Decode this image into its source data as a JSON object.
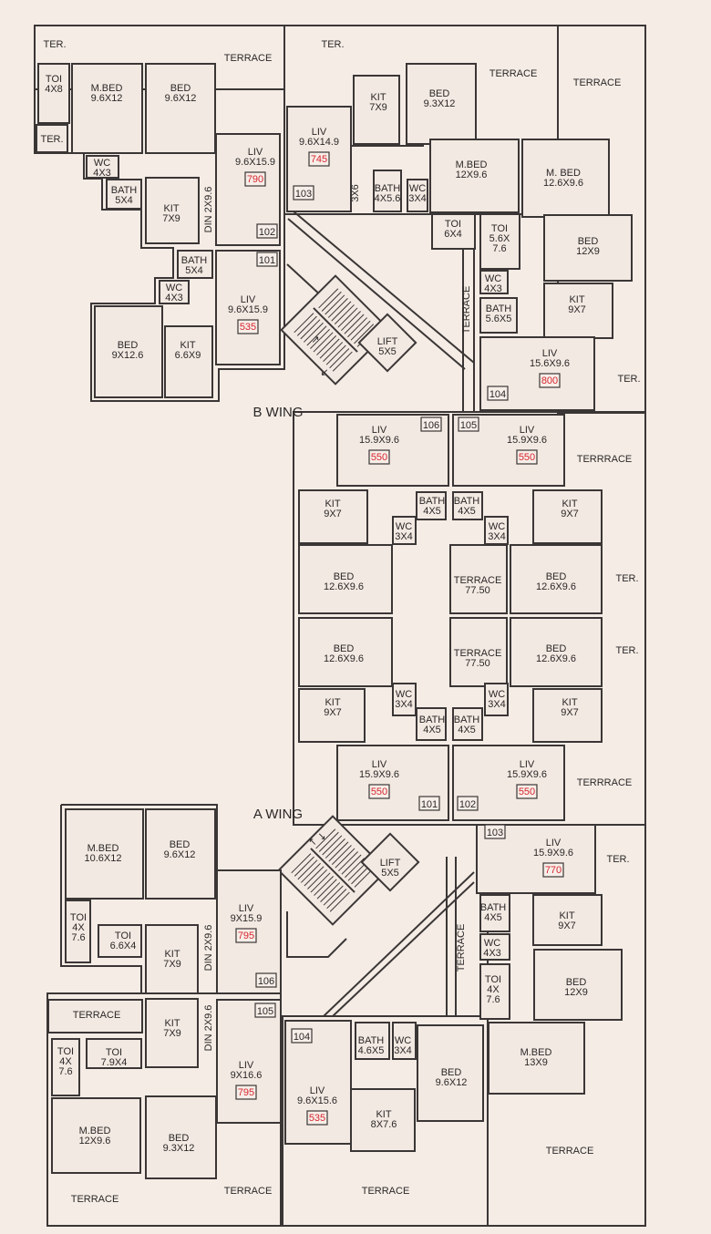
{
  "colors": {
    "background": "#f4ece5",
    "walls": "#3b3636",
    "area_text": "#d8262f"
  },
  "wings": {
    "b_wing": "B WING",
    "a_wing": "A WING"
  },
  "rooms": [
    {
      "name": "TOI",
      "dim": "4X8"
    },
    {
      "name": "TER.",
      "dim": ""
    },
    {
      "name": "M.BED",
      "dim": "9.6X12"
    },
    {
      "name": "BED",
      "dim": "9.6X12"
    },
    {
      "name": "WC",
      "dim": "4X3"
    },
    {
      "name": "BATH",
      "dim": "5X4"
    },
    {
      "name": "KIT",
      "dim": "7X9"
    },
    {
      "name": "LIV",
      "dim": "9.6X15.9",
      "area": "790"
    },
    {
      "name": "BATH",
      "dim": "5X4"
    },
    {
      "name": "WC",
      "dim": "4X3"
    },
    {
      "name": "LIV",
      "dim": "9.6X15.9",
      "area": "535"
    },
    {
      "name": "BED",
      "dim": "9X12.6"
    },
    {
      "name": "KIT",
      "dim": "6.6X9"
    },
    {
      "name": "KIT",
      "dim": "7X9"
    },
    {
      "name": "BED",
      "dim": "9.3X12"
    },
    {
      "name": "LIV",
      "dim": "9.6X14.9",
      "area": "745"
    },
    {
      "name": "BATH",
      "dim": "4X5.6"
    },
    {
      "name": "WC",
      "dim": "3X4"
    },
    {
      "name": "M.BED",
      "dim": "12X9.6"
    },
    {
      "name": "M. BED",
      "dim": "12.6X9.6"
    },
    {
      "name": "TOI",
      "dim": "6X4"
    },
    {
      "name": "TOI",
      "dim": "5.6X",
      "dim2": "7.6"
    },
    {
      "name": "WC",
      "dim": "4X3"
    },
    {
      "name": "BATH",
      "dim": "5.6X5"
    },
    {
      "name": "BED",
      "dim": "12X9"
    },
    {
      "name": "KIT",
      "dim": "9X7"
    },
    {
      "name": "LIV",
      "dim": "15.6X9.6",
      "area": "800"
    },
    {
      "name": "LIFT",
      "dim": "5X5"
    },
    {
      "name": "LIV",
      "dim": "15.9X9.6",
      "area": "550"
    },
    {
      "name": "LIV",
      "dim": "15.9X9.6",
      "area": "550"
    },
    {
      "name": "KIT",
      "dim": "9X7"
    },
    {
      "name": "BATH",
      "dim": "4X5"
    },
    {
      "name": "BATH",
      "dim": "4X5"
    },
    {
      "name": "WC",
      "dim": "3X4"
    },
    {
      "name": "WC",
      "dim": "3X4"
    },
    {
      "name": "KIT",
      "dim": "9X7"
    },
    {
      "name": "BED",
      "dim": "12.6X9.6"
    },
    {
      "name": "TERRACE",
      "dim": "77.50"
    },
    {
      "name": "BED",
      "dim": "12.6X9.6"
    },
    {
      "name": "BED",
      "dim": "12.6X9.6"
    },
    {
      "name": "TERRACE",
      "dim": "77.50"
    },
    {
      "name": "BED",
      "dim": "12.6X9.6"
    },
    {
      "name": "KIT",
      "dim": "9X7"
    },
    {
      "name": "WC",
      "dim": "3X4"
    },
    {
      "name": "WC",
      "dim": "3X4"
    },
    {
      "name": "BATH",
      "dim": "4X5"
    },
    {
      "name": "BATH",
      "dim": "4X5"
    },
    {
      "name": "KIT",
      "dim": "9X7"
    },
    {
      "name": "LIV",
      "dim": "15.9X9.6",
      "area": "550"
    },
    {
      "name": "LIV",
      "dim": "15.9X9.6",
      "area": "550"
    },
    {
      "name": "M.BED",
      "dim": "10.6X12"
    },
    {
      "name": "BED",
      "dim": "9.6X12"
    },
    {
      "name": "LIV",
      "dim": "9X15.9",
      "area": "795"
    },
    {
      "name": "TOI",
      "dim": "4X",
      "dim2": "7.6"
    },
    {
      "name": "TOI",
      "dim": "6.6X4"
    },
    {
      "name": "KIT",
      "dim": "7X9"
    },
    {
      "name": "TERRACE",
      "dim": ""
    },
    {
      "name": "KIT",
      "dim": "7X9"
    },
    {
      "name": "TOI",
      "dim": "4X",
      "dim2": "7.6"
    },
    {
      "name": "TOI",
      "dim": "7.9X4"
    },
    {
      "name": "LIV",
      "dim": "9X16.6",
      "area": "795"
    },
    {
      "name": "M.BED",
      "dim": "12X9.6"
    },
    {
      "name": "BED",
      "dim": "9.3X12"
    },
    {
      "name": "LIFT",
      "dim": "5X5"
    },
    {
      "name": "LIV",
      "dim": "15.9X9.6",
      "area": "770"
    },
    {
      "name": "BATH",
      "dim": "4X5"
    },
    {
      "name": "WC",
      "dim": "4X3"
    },
    {
      "name": "TOI",
      "dim": "4X",
      "dim2": "7.6"
    },
    {
      "name": "KIT",
      "dim": "9X7"
    },
    {
      "name": "BED",
      "dim": "12X9"
    },
    {
      "name": "LIV",
      "dim": "9.6X15.6",
      "area": "535"
    },
    {
      "name": "BATH",
      "dim": "4.6X5"
    },
    {
      "name": "WC",
      "dim": "3X4"
    },
    {
      "name": "BED",
      "dim": "9.6X12"
    },
    {
      "name": "KIT",
      "dim": "8X7.6"
    },
    {
      "name": "M.BED",
      "dim": "13X9"
    }
  ],
  "labels": [
    "TER.",
    "TERRACE",
    "DIN 2X9.6",
    "TER.",
    "TERRACE",
    "TERRACE",
    "3X6",
    "TERRACE",
    "TER.",
    "TERRRACE",
    "TER.",
    "TER.",
    "TERRRACE",
    "DIN 2X9.6",
    "DIN 2X9.6",
    "TERRACE",
    "TERRACE",
    "TER.",
    "TERRACE",
    "TERRACE",
    "TERRACE"
  ],
  "units": [
    "102",
    "101",
    "103",
    "104",
    "106",
    "105",
    "101",
    "102",
    "106",
    "105",
    "103",
    "104"
  ]
}
